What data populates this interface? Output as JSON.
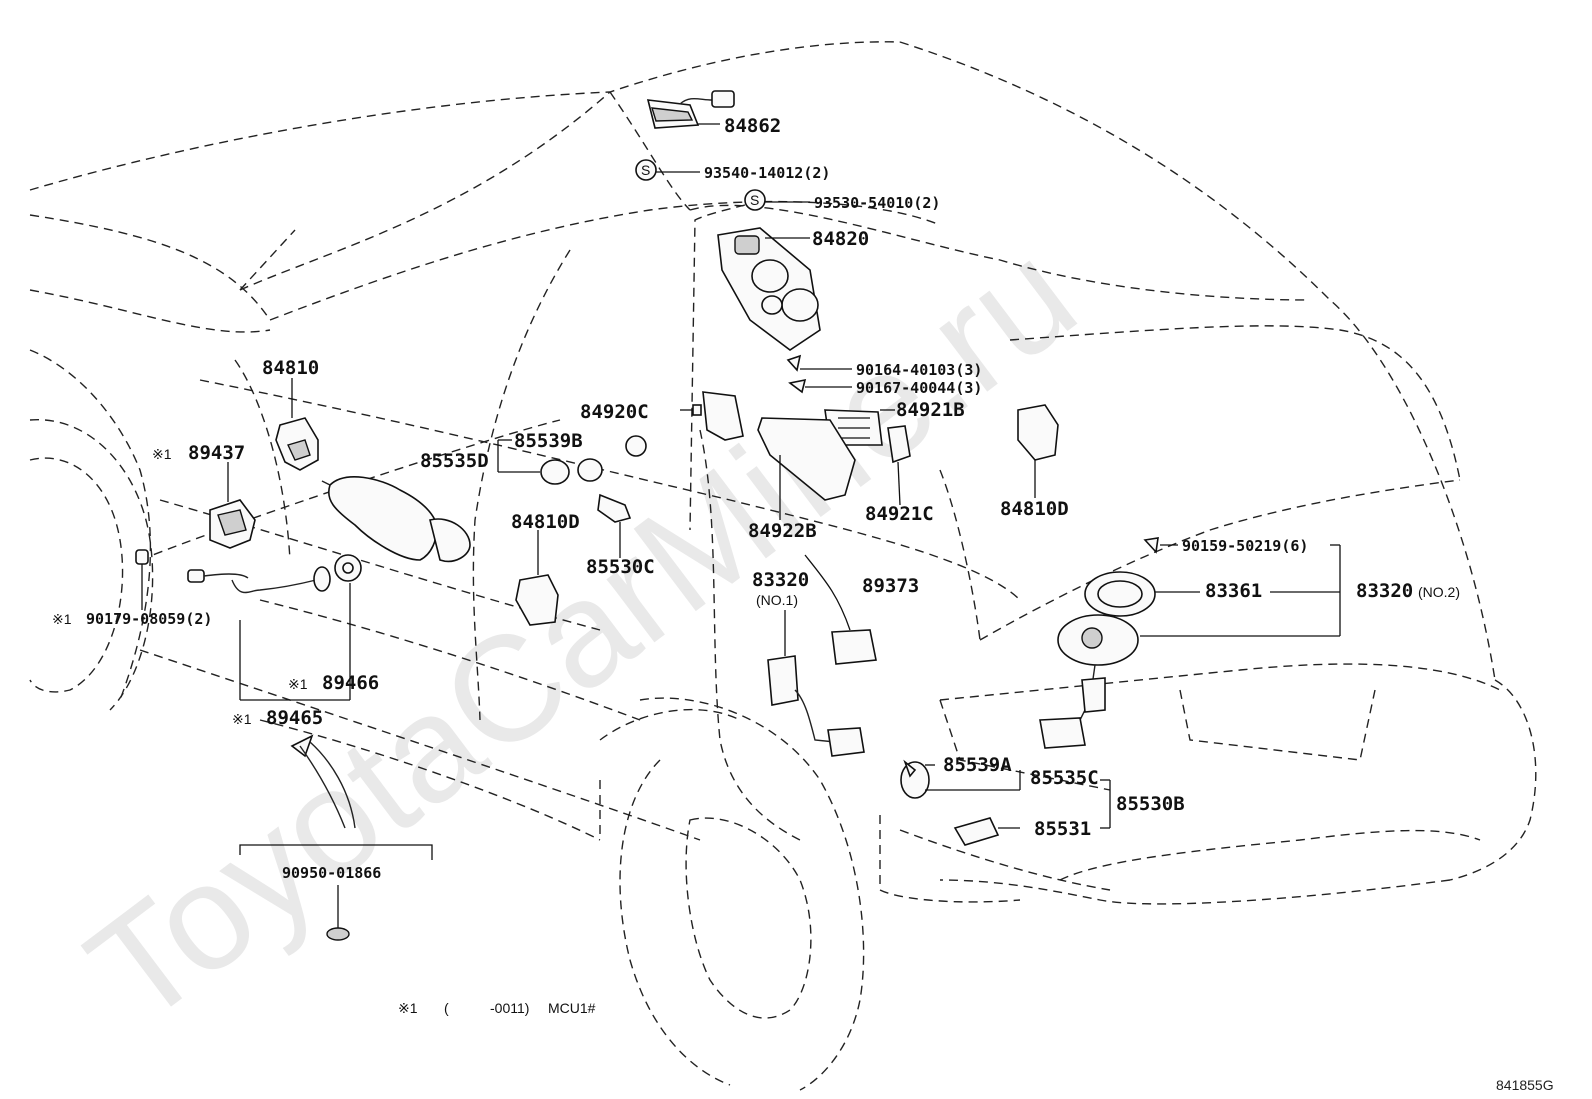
{
  "diagram": {
    "watermark": "ToyotaCarMine.ru",
    "diagram_code": "841855G",
    "footnote": {
      "mark": "※1",
      "open_paren": "(",
      "range": "-0011)",
      "model": "MCU1#"
    },
    "labels": {
      "p84862": "84862",
      "p93540": "93540-14012(2)",
      "p93530": "93530-54010(2)",
      "p84820": "84820",
      "p90164": "90164-40103(3)",
      "p90167": "90167-40044(3)",
      "p84921B": "84921B",
      "p84920C": "84920C",
      "p84810": "84810",
      "p89437_mark": "※1",
      "p89437": "89437",
      "p85539B": "85539B",
      "p85535D": "85535D",
      "p85530C": "85530C",
      "p84810D_left": "84810D",
      "p84922B": "84922B",
      "p84921C": "84921C",
      "p84810D_right": "84810D",
      "p83320": "83320",
      "p83320_no1": "(NO.1)",
      "p89373": "89373",
      "p90159": "90159-50219(6)",
      "p83361": "83361",
      "p83320_no2": "83320",
      "p83320_no2_sfx": "(NO.2)",
      "p90179_mark": "※1",
      "p90179": "90179-08059(2)",
      "p89466_mark": "※1",
      "p89466": "89466",
      "p89465_mark": "※1",
      "p89465": "89465",
      "p85539A": "85539A",
      "p85535C": "85535C",
      "p85530B": "85530B",
      "p85531": "85531",
      "p90950": "90950-01866",
      "s_mark": "S"
    }
  }
}
